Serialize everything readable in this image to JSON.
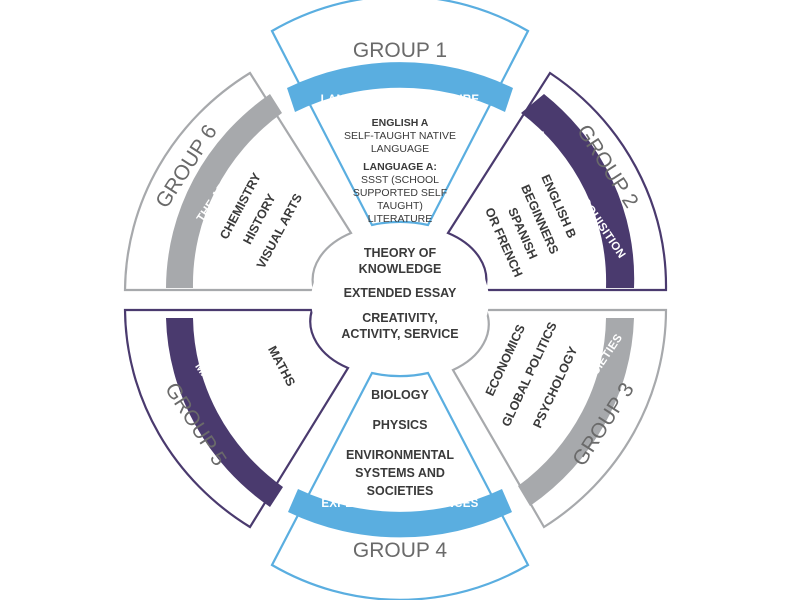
{
  "colors": {
    "blue": "#5aaee0",
    "purple": "#4a3a6e",
    "gray": "#a7a9ac",
    "text": "#3a3a3a",
    "heading": "#6a6a6a"
  },
  "group1": {
    "title": "GROUP 1",
    "band": "LANGUAGE & LITERATURE",
    "english_a_title": "ENGLISH A",
    "english_a_l1": "SELF-TAUGHT NATIVE",
    "english_a_l2": "LANGUAGE",
    "language_a_title": "LANGUAGE A:",
    "language_a_l1": "SSST (SCHOOL",
    "language_a_l2": "SUPPORTED SELF",
    "language_a_l3": "TAUGHT)",
    "language_a_l4": "LITERATURE"
  },
  "group2": {
    "title": "GROUP 2",
    "band": "LANGUAGE ACQUISITION",
    "subject1": "ENGLISH B",
    "subject2": "BEGINNERS",
    "subject3": "SPANISH",
    "subject4": "OR FRENCH"
  },
  "group3": {
    "title": "GROUP 3",
    "band": "INDIVIDUALS & SOCIETIES",
    "subject1": "ECONOMICS",
    "subject2": "GLOBAL POLITICS",
    "subject3": "PSYCHOLOGY"
  },
  "group4": {
    "title": "GROUP 4",
    "band": "EXPERIMENTAL SCIENCES",
    "subject1": "BIOLOGY",
    "subject2": "PHYSICS",
    "subject3_l1": "ENVIRONMENTAL",
    "subject3_l2": "SYSTEMS AND",
    "subject3_l3": "SOCIETIES"
  },
  "group5": {
    "title": "GROUP 5",
    "band": "MATHEMATICS",
    "subject1": "MATHS"
  },
  "group6": {
    "title": "GROUP 6",
    "band": "THE ARTS",
    "subject1": "CHEMISTRY",
    "subject2": "HISTORY",
    "subject3": "VISUAL ARTS"
  },
  "core": {
    "line1": "THEORY OF",
    "line2": "KNOWLEDGE",
    "line3": "EXTENDED ESSAY",
    "line4": "CREATIVITY,",
    "line5": "ACTIVITY, SERVICE"
  }
}
